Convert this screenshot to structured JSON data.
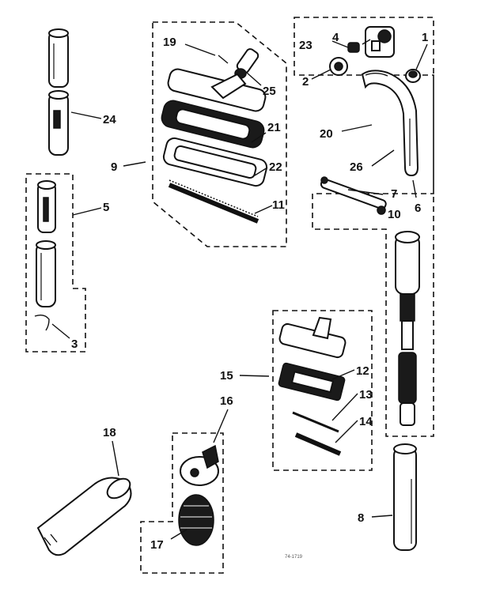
{
  "labels": {
    "p1": "1",
    "p2": "2",
    "p3": "3",
    "p4": "4",
    "p5": "5",
    "p6": "6",
    "p7": "7",
    "p8": "8",
    "p9": "9",
    "p10": "10",
    "p11": "11",
    "p12": "12",
    "p13": "13",
    "p14": "14",
    "p15": "15",
    "p16": "16",
    "p17": "17",
    "p18": "18",
    "p19": "19",
    "p20": "20",
    "p21": "21",
    "p22": "22",
    "p23": "23",
    "p24": "24",
    "p25": "25",
    "p26": "26"
  },
  "footer_code": "74-1719",
  "colors": {
    "ink": "#111111",
    "paper": "#ffffff"
  }
}
